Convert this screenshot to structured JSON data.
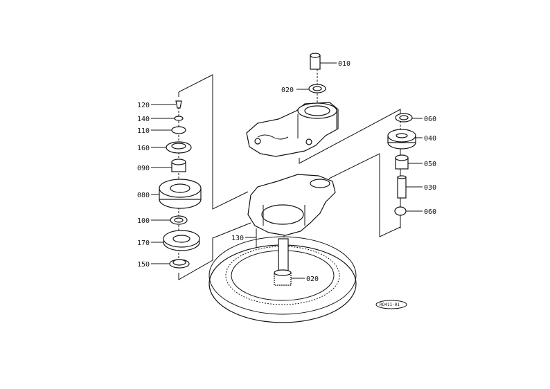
{
  "diagram_code": "RO411-01",
  "labels": {
    "p010": "010",
    "p020_top": "020",
    "p020_bottom": "020",
    "p030": "030",
    "p040": "040",
    "p050": "050",
    "p060_top": "060",
    "p060_bottom": "060",
    "p080": "080",
    "p090": "090",
    "p100": "100",
    "p110": "110",
    "p120": "120",
    "p130": "130",
    "p140": "140",
    "p150": "150",
    "p160": "160",
    "p170": "170"
  }
}
